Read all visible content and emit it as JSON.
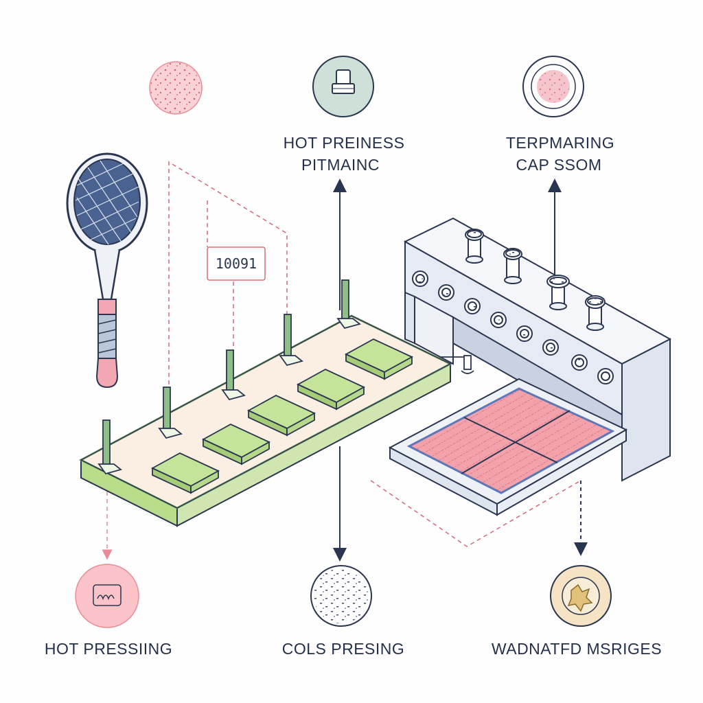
{
  "labels": {
    "top_center": [
      "HOT PREINESS",
      "PITMAINC"
    ],
    "top_right": [
      "TERPMARING",
      "CAP SSOM"
    ],
    "counter": "10091",
    "bottom_left": "HOT PRESSIING",
    "bottom_center": "COLS PRESING",
    "bottom_right": "WADNATFD MSRIGES"
  },
  "colors": {
    "line": "#2a3550",
    "pink": "#e98a96",
    "pink_light": "#f7c5cb",
    "green": "#b9dc8a",
    "green_dark": "#7fa870",
    "table_top": "#fbeee2",
    "machine": "#e9edf4",
    "frame_blue": "#5d78b8",
    "dash": "#d46a78"
  },
  "icons": [
    "tennis-racket-icon",
    "pink-speckle-circle-icon",
    "press-cap-circle-icon",
    "cap-sample-circle-icon",
    "counter-tag-icon",
    "hot-pressing-circle-icon",
    "cold-pressing-circle-icon",
    "finished-material-circle-icon"
  ]
}
